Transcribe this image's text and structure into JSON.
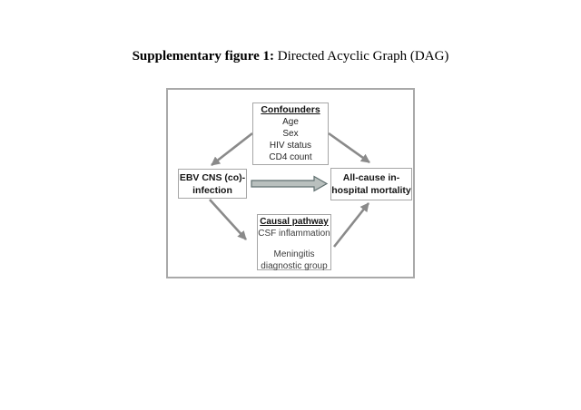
{
  "title": {
    "bold": "Supplementary figure 1:",
    "regular": "Directed Acyclic Graph (DAG)"
  },
  "diagram": {
    "confounders": {
      "heading": "Confounders",
      "items": [
        "Age",
        "Sex",
        "HIV status",
        "CD4 count"
      ]
    },
    "exposure": {
      "line1": "EBV CNS (co)-",
      "line2": "infection"
    },
    "outcome": {
      "line1": "All-cause in-",
      "line2": "hospital mortality"
    },
    "causal_pathway": {
      "heading": "Causal pathway",
      "line1": "CSF inflammation",
      "line2": "Meningitis",
      "line3": "diagnostic group"
    }
  },
  "colors": {
    "arrow": "#8a8a8a",
    "block_arrow_fill": "#b9c0be",
    "block_arrow_stroke": "#5e6e6e",
    "box_border": "#a6a6a6",
    "frame_border": "#a9a9a9"
  }
}
